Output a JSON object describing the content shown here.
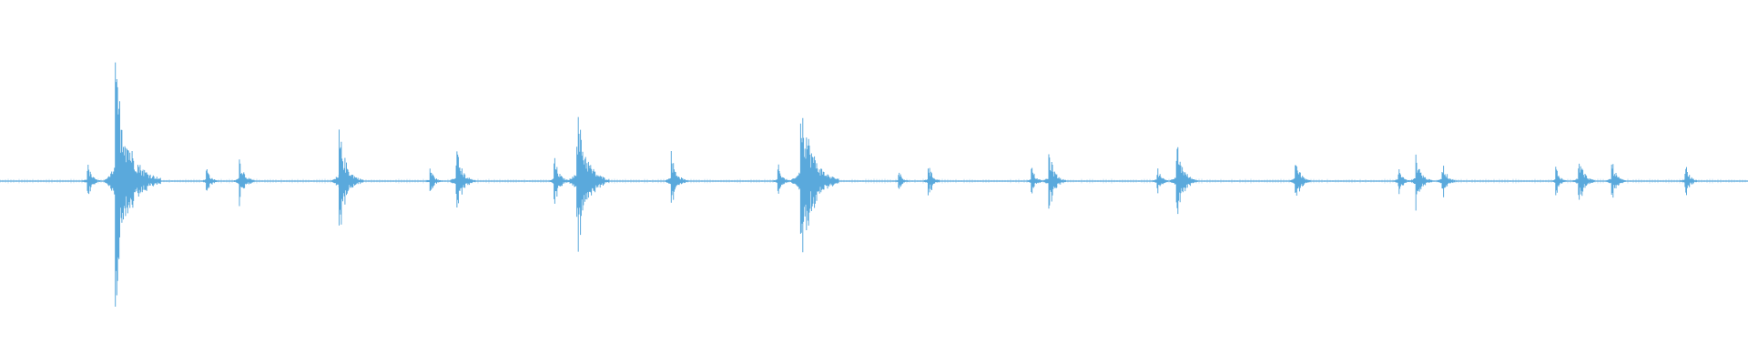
{
  "waveform": {
    "color": "#5aa9dc",
    "baseline": 0.0,
    "amplitude_scale": 1.0,
    "events": [
      {
        "t": 0.05,
        "amp": 0.06,
        "kind": "small"
      },
      {
        "t": 0.066,
        "amp": 0.35,
        "kind": "large"
      },
      {
        "t": 0.118,
        "amp": 0.05,
        "kind": "tiny"
      },
      {
        "t": 0.137,
        "amp": 0.08,
        "kind": "small"
      },
      {
        "t": 0.194,
        "amp": 0.16,
        "kind": "medium"
      },
      {
        "t": 0.246,
        "amp": 0.05,
        "kind": "tiny"
      },
      {
        "t": 0.261,
        "amp": 0.11,
        "kind": "small"
      },
      {
        "t": 0.317,
        "amp": 0.08,
        "kind": "small"
      },
      {
        "t": 0.33,
        "amp": 0.23,
        "kind": "large"
      },
      {
        "t": 0.384,
        "amp": 0.09,
        "kind": "small"
      },
      {
        "t": 0.445,
        "amp": 0.06,
        "kind": "tiny"
      },
      {
        "t": 0.458,
        "amp": 0.28,
        "kind": "large"
      },
      {
        "t": 0.514,
        "amp": 0.04,
        "kind": "tiny"
      },
      {
        "t": 0.531,
        "amp": 0.06,
        "kind": "tiny"
      },
      {
        "t": 0.59,
        "amp": 0.05,
        "kind": "tiny"
      },
      {
        "t": 0.6,
        "amp": 0.1,
        "kind": "small"
      },
      {
        "t": 0.662,
        "amp": 0.05,
        "kind": "tiny"
      },
      {
        "t": 0.673,
        "amp": 0.13,
        "kind": "medium"
      },
      {
        "t": 0.741,
        "amp": 0.08,
        "kind": "small"
      },
      {
        "t": 0.8,
        "amp": 0.05,
        "kind": "tiny"
      },
      {
        "t": 0.81,
        "amp": 0.09,
        "kind": "small"
      },
      {
        "t": 0.825,
        "amp": 0.07,
        "kind": "small"
      },
      {
        "t": 0.89,
        "amp": 0.05,
        "kind": "tiny"
      },
      {
        "t": 0.903,
        "amp": 0.09,
        "kind": "small"
      },
      {
        "t": 0.922,
        "amp": 0.07,
        "kind": "small"
      },
      {
        "t": 0.964,
        "amp": 0.06,
        "kind": "tiny"
      }
    ]
  }
}
